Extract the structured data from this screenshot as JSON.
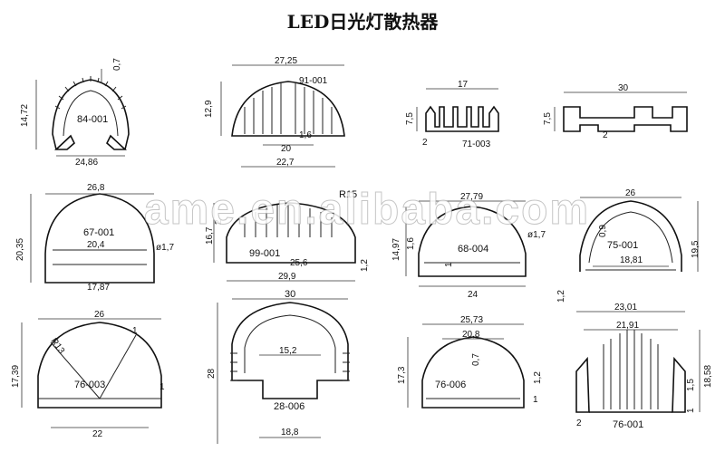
{
  "title": "LED日光灯散热器",
  "watermark": "ame.en.alibaba.com",
  "profiles": [
    {
      "model": "84-001",
      "dims": [
        "14,72",
        "0,7",
        "24,86"
      ]
    },
    {
      "model": "91-001",
      "dims": [
        "27,25",
        "12,9",
        "1,6",
        "20",
        "22,7"
      ]
    },
    {
      "model": "71-003",
      "dims": [
        "17",
        "7,5",
        "2"
      ]
    },
    {
      "model": "",
      "dims": [
        "30",
        "7,5",
        "2"
      ]
    },
    {
      "model": "67-001",
      "dims": [
        "26,8",
        "20,35",
        "20,4",
        "17,87",
        "ø1,7"
      ]
    },
    {
      "model": "99-001",
      "dims": [
        "R15",
        "16,7",
        "2",
        "25,6",
        "29,9",
        "1,2"
      ]
    },
    {
      "model": "68-004",
      "dims": [
        "27,79",
        "14,97",
        "1,6",
        "1",
        "24",
        "ø1,7"
      ]
    },
    {
      "model": "75-001",
      "dims": [
        "26",
        "0,9",
        "19,5",
        "18,81",
        "1,2"
      ]
    },
    {
      "model": "76-003",
      "dims": [
        "26",
        "R13",
        "1",
        "17,39",
        "1",
        "22"
      ]
    },
    {
      "model": "28-006",
      "dims": [
        "30",
        "15,2",
        "28",
        "18,8"
      ]
    },
    {
      "model": "76-006",
      "dims": [
        "25,73",
        "20,8",
        "0,7",
        "17,3",
        "1,2",
        "1"
      ]
    },
    {
      "model": "76-001",
      "dims": [
        "23,01",
        "21,91",
        "18,58",
        "1,5",
        "1",
        "2"
      ]
    }
  ]
}
